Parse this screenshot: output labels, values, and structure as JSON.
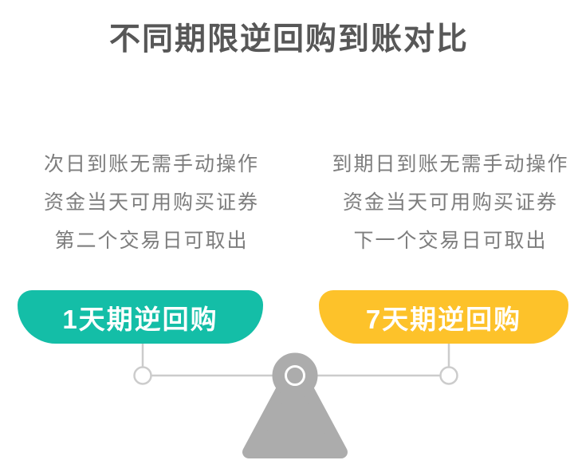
{
  "title": "不同期限逆回购到账对比",
  "columns": {
    "left": {
      "lines": [
        "次日到账无需手动操作",
        "资金当天可用购买证券",
        "第二个交易日可取出"
      ],
      "button_label": "1天期逆回购",
      "button_color": "#14bea7"
    },
    "right": {
      "lines": [
        "到期日到账无需手动操作",
        "资金当天可用购买证券",
        "下一个交易日可取出"
      ],
      "button_label": "7天期逆回购",
      "button_color": "#fdc22a"
    }
  },
  "scale_graphic": {
    "beam_color": "#cccccc",
    "fulcrum_color": "#acacac",
    "pivot_ring_color": "#ffffff"
  },
  "text_colors": {
    "title": "#575757",
    "body": "#7d7d7d"
  }
}
